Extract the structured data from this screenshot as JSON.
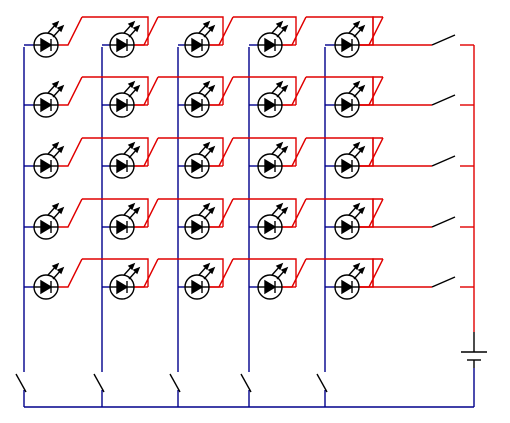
{
  "diagram": {
    "type": "led-matrix-circuit",
    "rows": 5,
    "columns": 5,
    "row_switch_count": 5,
    "column_switch_count": 5,
    "battery_count": 1,
    "colors": {
      "row_wire": "#e00000",
      "column_wire": "#00008b",
      "component": "#000000",
      "background": "#ffffff"
    },
    "icons": {
      "led": "led-icon",
      "switch": "switch-icon",
      "battery": "battery-icon"
    }
  }
}
